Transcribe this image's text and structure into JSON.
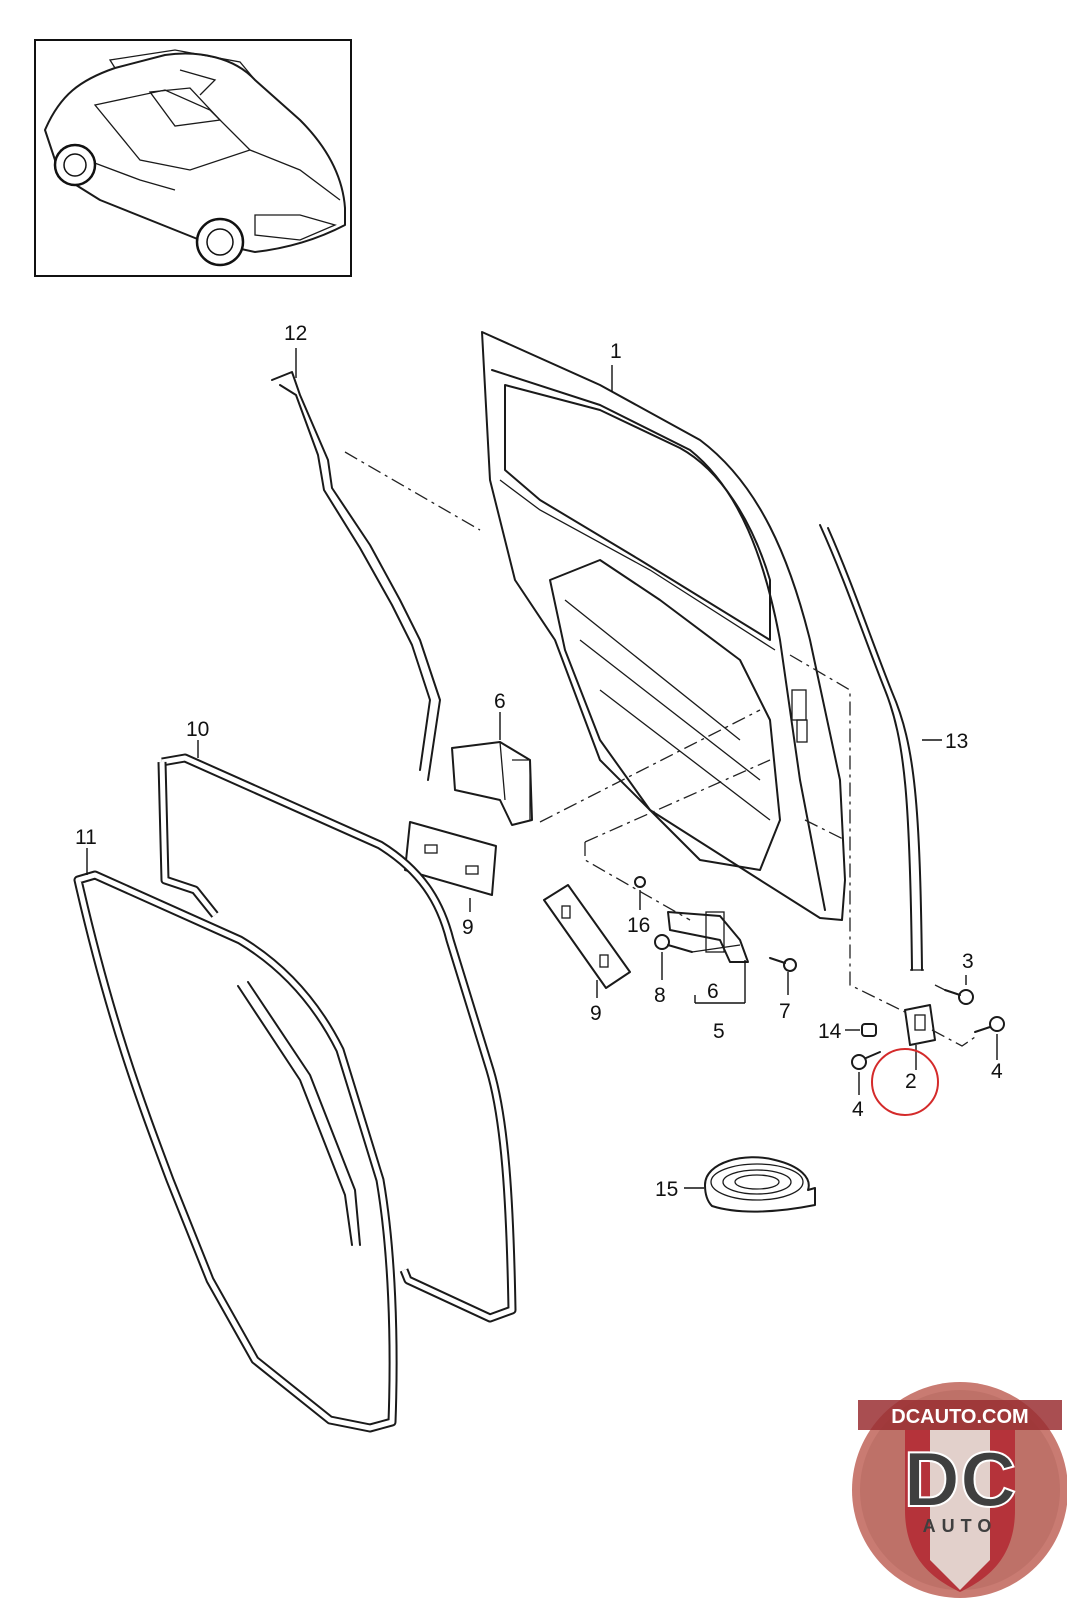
{
  "callouts": {
    "c1": "1",
    "c2": "2",
    "c3": "3",
    "c4a": "4",
    "c4b": "4",
    "c5": "5",
    "c6a": "6",
    "c6b": "6",
    "c7": "7",
    "c8": "8",
    "c9a": "9",
    "c9b": "9",
    "c10": "10",
    "c11": "11",
    "c12": "12",
    "c13": "13",
    "c14": "14",
    "c15": "15",
    "c16": "16"
  },
  "logo": {
    "site": "DCAUTO.COM",
    "initials": "DC",
    "word": "AUTO"
  },
  "colors": {
    "highlight_circle": "#d42a2a",
    "logo_red": "#b5333a",
    "logo_bg": "#c97b72"
  }
}
